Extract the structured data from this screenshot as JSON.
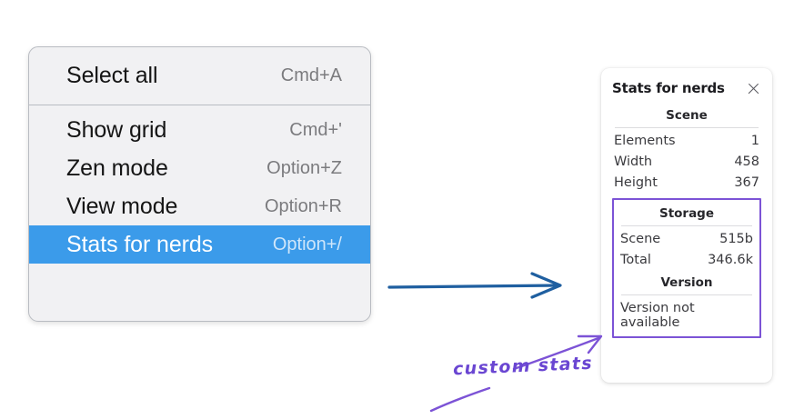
{
  "context_menu": {
    "name": "canvas-context-menu",
    "groups": [
      {
        "items": [
          {
            "label": "Select all",
            "accel": "Cmd+A",
            "selected": false
          }
        ]
      },
      {
        "items": [
          {
            "label": "Show grid",
            "accel": "Cmd+'",
            "selected": false
          },
          {
            "label": "Zen mode",
            "accel": "Option+Z",
            "selected": false
          },
          {
            "label": "View mode",
            "accel": "Option+R",
            "selected": false
          },
          {
            "label": "Stats for nerds",
            "accel": "Option+/",
            "selected": true
          }
        ]
      }
    ]
  },
  "stats_panel": {
    "title": "Stats for nerds",
    "close_icon": "close-icon",
    "scene": {
      "heading": "Scene",
      "rows": [
        {
          "key": "Elements",
          "value": "1"
        },
        {
          "key": "Width",
          "value": "458"
        },
        {
          "key": "Height",
          "value": "367"
        }
      ]
    },
    "storage": {
      "heading": "Storage",
      "rows": [
        {
          "key": "Scene",
          "value": "515b"
        },
        {
          "key": "Total",
          "value": "346.6k"
        }
      ]
    },
    "version": {
      "heading": "Version",
      "text": "Version not available"
    }
  },
  "annotations": {
    "flow_arrow": {
      "name": "blue-flow-arrow",
      "color": "#1f5fa0"
    },
    "custom_stats": {
      "text": "custom stats",
      "color": "#6a46d2",
      "pointer_color": "#7c53d6"
    }
  },
  "colors": {
    "menu_background": "#f1f1f3",
    "menu_border": "#b9bcc2",
    "menu_selected": "#3b9bea",
    "menu_label": "#151515",
    "menu_accel": "#7b7b7e",
    "panel_background": "#ffffff",
    "highlight_purple": "#7c53d6",
    "arrow_blue": "#1f5fa0"
  }
}
